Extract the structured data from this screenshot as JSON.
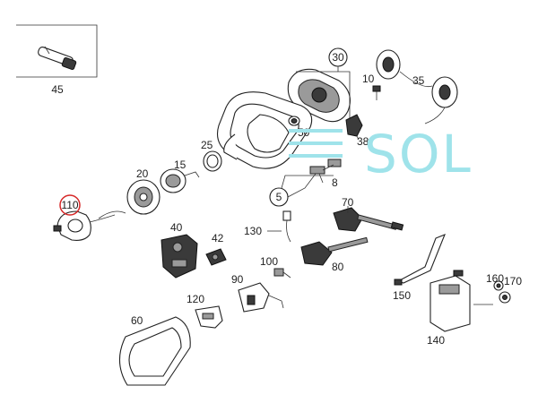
{
  "callouts": {
    "c45": "45",
    "c30": "30",
    "c10": "10",
    "c35": "35",
    "c50": "50",
    "c38": "38",
    "c25": "25",
    "c15": "15",
    "c20": "20",
    "c8": "8",
    "c5": "5",
    "c110": "110",
    "c70": "70",
    "c40": "40",
    "c42": "42",
    "c130": "130",
    "c100": "100",
    "c80": "80",
    "c90": "90",
    "c120": "120",
    "c60": "60",
    "c150": "150",
    "c160": "160",
    "c170": "170",
    "c140": "140"
  },
  "watermark": "SOL",
  "colors": {
    "highlight_circle": "#d62828",
    "watermark": "#9fe3ea",
    "line": "#222222"
  }
}
